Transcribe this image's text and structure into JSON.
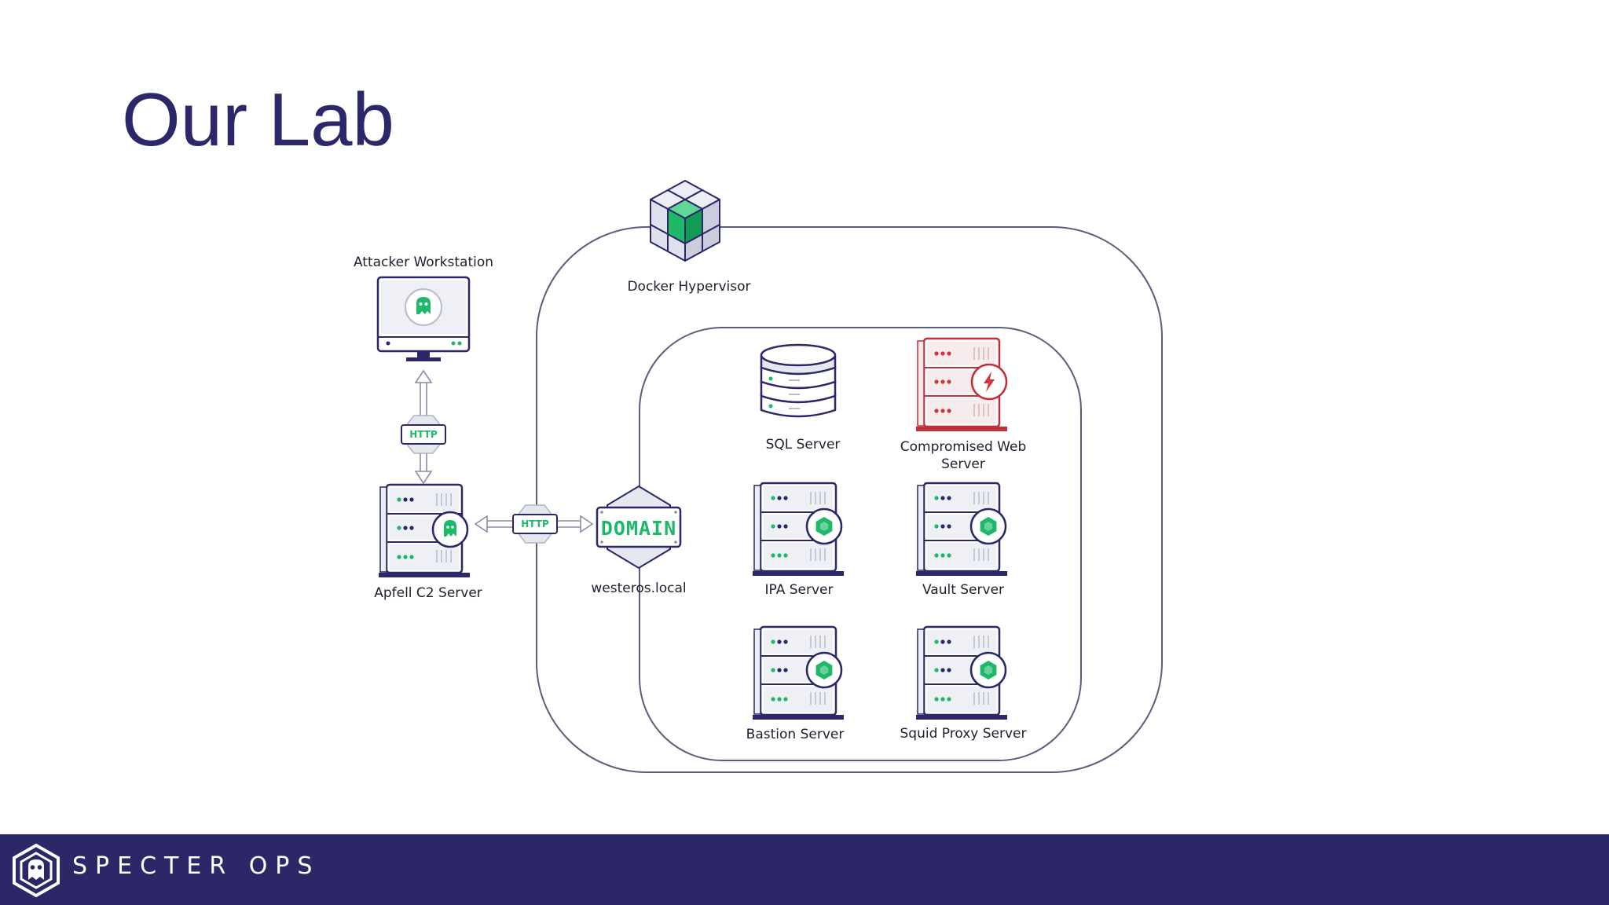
{
  "slide": {
    "title": "Our Lab"
  },
  "diagram": {
    "nodes": {
      "attacker_workstation": "Attacker Workstation",
      "apfell_c2": "Apfell C2 Server",
      "docker_hypervisor": "Docker Hypervisor",
      "domain_badge": "DOMAIN",
      "domain_name": "westeros.local",
      "sql_server": "SQL Server",
      "compromised_web_line1": "Compromised Web",
      "compromised_web_line2": "Server",
      "ipa_server": "IPA Server",
      "vault_server": "Vault Server",
      "bastion_server": "Bastion Server",
      "squid_proxy": "Squid Proxy Server"
    },
    "links": {
      "workstation_to_c2": "HTTP",
      "c2_to_domain": "HTTP"
    },
    "colors": {
      "accent_green": "#1db868",
      "alert_red": "#d4323c",
      "outline_navy": "#2b2769",
      "container_stroke": "#5a5e7a"
    },
    "icons": {
      "workstation": "monitor-ghost-icon",
      "c2": "server-ghost-icon",
      "hypervisor": "cube-cluster-icon",
      "sql": "database-icon",
      "compromised": "server-lightning-icon",
      "hardened": "server-hexagon-icon"
    }
  },
  "footer": {
    "brand": "SPECTER OPS"
  }
}
